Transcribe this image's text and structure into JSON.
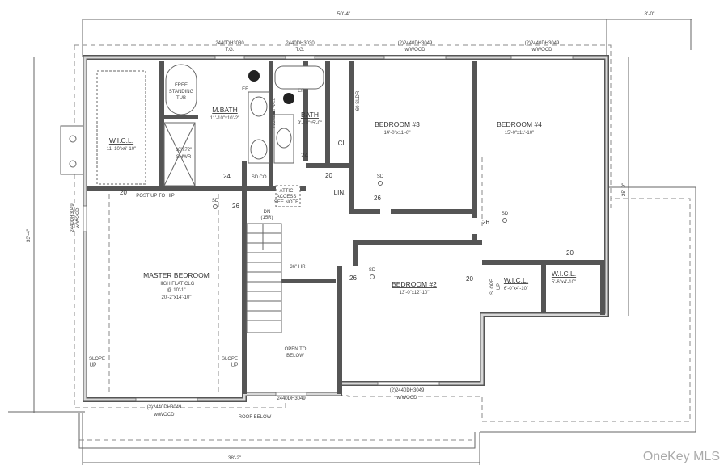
{
  "dimensions": {
    "top_overall": "50'-4\"",
    "top_right": "8'-0\"",
    "left_overall": "33'-4\"",
    "right_overall": "25'-0\"",
    "bottom_overall": "38'-2\""
  },
  "windows": {
    "top1": [
      "2440DH3030",
      "T.G."
    ],
    "top2": [
      "2440DH3030",
      "T.G."
    ],
    "top3": [
      "(2)2440DH3049",
      "w/WOCD"
    ],
    "top4": [
      "(2)2440DH3049",
      "w/WOCD"
    ],
    "left": [
      "2440DH3049",
      "w/WOCD"
    ],
    "bottom1": [
      "(2)2440DH3049",
      "w/WOCD"
    ],
    "bottom2": [
      "2440DH3049"
    ],
    "bottom3": [
      "(2)2440DH3049",
      "w/WOCD"
    ]
  },
  "rooms": {
    "wicl_master": {
      "name": "W.I.C.L.",
      "size": "11'-10\"x6'-10\""
    },
    "master_bath": {
      "name": "M.BATH",
      "size": "11'-10\"x10'-2\""
    },
    "bath": {
      "name": "BATH",
      "size": "9'-10\"x5'-0\""
    },
    "bedroom3": {
      "name": "BEDROOM #3",
      "size": "14'-0\"x11'-8\""
    },
    "bedroom4": {
      "name": "BEDROOM #4",
      "size": "15'-0\"x11'-10\""
    },
    "master_bedroom": {
      "name": "MASTER BEDROOM",
      "note1": "HIGH FLAT CLG",
      "note2": "@ 10'-1\"",
      "size": "20'-2\"x14'-10\""
    },
    "bedroom2": {
      "name": "BEDROOM #2",
      "size": "13'-0\"x12'-10\""
    },
    "wicl_b2": {
      "name": "W.I.C.L.",
      "size": "6'-0\"x4'-10\""
    },
    "wicl_b4": {
      "name": "W.I.C.L.",
      "size": "5'-6\"x4'-10\""
    },
    "linen": "LIN.",
    "closet": "CL."
  },
  "notes": {
    "tub": [
      "FREE",
      "STANDING",
      "TUB"
    ],
    "shower": [
      "36\"x72\"",
      "SHWR"
    ],
    "plumbing_wall": "PLUMBING WALL",
    "slider": "60 SLDR",
    "attic": [
      "ATTIC",
      "ACCESS",
      "SEE NOTE"
    ],
    "stair": [
      "DN",
      "(15R)"
    ],
    "handrail": "36\" HR",
    "open_below": [
      "OPEN TO",
      "BELOW"
    ],
    "slope_up": [
      "SLOPE",
      "UP"
    ],
    "post": "POST UP TO HIP",
    "roof_below": "ROOF BELOW",
    "exhaust_fan": "EF",
    "smoke": "SD",
    "co": "CO"
  },
  "doors": {
    "d20": "20",
    "d24": "24",
    "d26": "26"
  },
  "watermark": "OneKey MLS"
}
